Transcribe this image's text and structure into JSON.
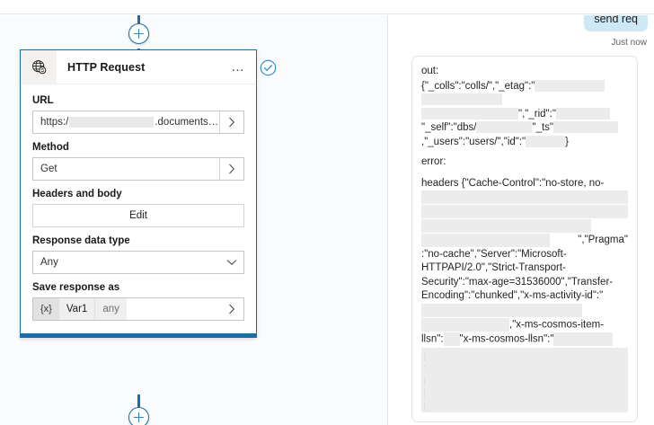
{
  "card": {
    "title": "HTTP Request",
    "icon": "globe-http-icon",
    "overflow_label": "…",
    "status": "valid",
    "fields": {
      "url": {
        "label": "URL",
        "prefix": "https:/",
        "suffix": ".documents…",
        "redacted": true,
        "chevron": "chevron-right"
      },
      "method": {
        "label": "Method",
        "value": "Get",
        "chevron": "chevron-right"
      },
      "headers_body": {
        "label": "Headers and body",
        "button": "Edit"
      },
      "response_type": {
        "label": "Response data type",
        "value": "Any",
        "chevron": "chevron-down"
      },
      "save_as": {
        "label": "Save response as",
        "token": "{x}",
        "name": "Var1",
        "type": "any",
        "chevron": "chevron-right"
      }
    }
  },
  "connectors": {
    "add_top_label": "+",
    "add_bottom_label": "+"
  },
  "chat": {
    "sent_message": "send req",
    "sent_time": "Just now",
    "response": {
      "out_label": "out:",
      "out_line1": "{\"_colls\":\"colls/\",\"_etag\":\"",
      "out_line3_rid": "\",\"_rid\":\"",
      "out_line4_self": "\"_self\":\"dbs/",
      "out_line4_ts": "\"_ts\"",
      "out_line5": ",\"_users\":\"users/\",\"id\":\"",
      "out_line5_end": "}",
      "error_label": "error:",
      "headers_line1": "headers {\"Cache-Control\":\"no-store, no-",
      "headers_pragma": "\",\"Pragma\"",
      "headers_body": ":\"no-cache\",\"Server\":\"Microsoft-HTTPAPI/2.0\",\"Strict-Transport-Security\":\"max-age=31536000\",\"Transfer-Encoding\":\"chunked\",\"x-ms-activity-id\":\"",
      "cosmos_item": ",\"x-ms-cosmos-item-",
      "llsn_label": "llsn\":",
      "cosmos_llsn": "\"x-ms-cosmos-llsn\":\""
    }
  },
  "colors": {
    "accent": "#1b6ea5",
    "plus": "#2b88c8",
    "sent_bubble": "#cfe8f5",
    "canvas": "#fafbfd",
    "redaction": "#ececec"
  }
}
